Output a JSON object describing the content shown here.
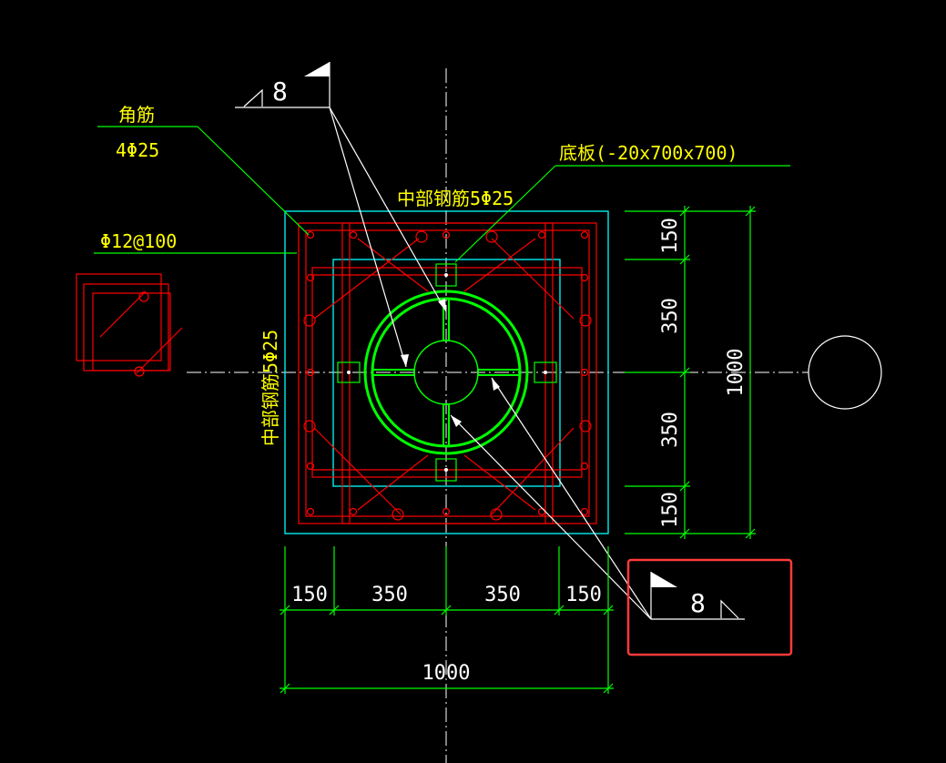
{
  "labels": {
    "corner_bar": "角筋",
    "corner_bar_spec": "4Φ25",
    "stirrup": "Φ12@100",
    "mid_bar_top": "中部钢筋5Φ25",
    "mid_bar_left": "中部钢筋5Φ25",
    "base_plate": "底板(-20x700x700)"
  },
  "weld_symbols": {
    "top": "8",
    "highlighted": "8"
  },
  "dimensions": {
    "bottom": [
      "150",
      "350",
      "350",
      "150"
    ],
    "bottom_total": "1000",
    "right": [
      "150",
      "350",
      "350",
      "150"
    ],
    "right_total": "1000"
  },
  "colors": {
    "background": "#000000",
    "dimension": "#00ff00",
    "rebar": "#ff0000",
    "plate": "#00ffff",
    "text": "#ffff00",
    "highlight": "#ff3b3b"
  }
}
